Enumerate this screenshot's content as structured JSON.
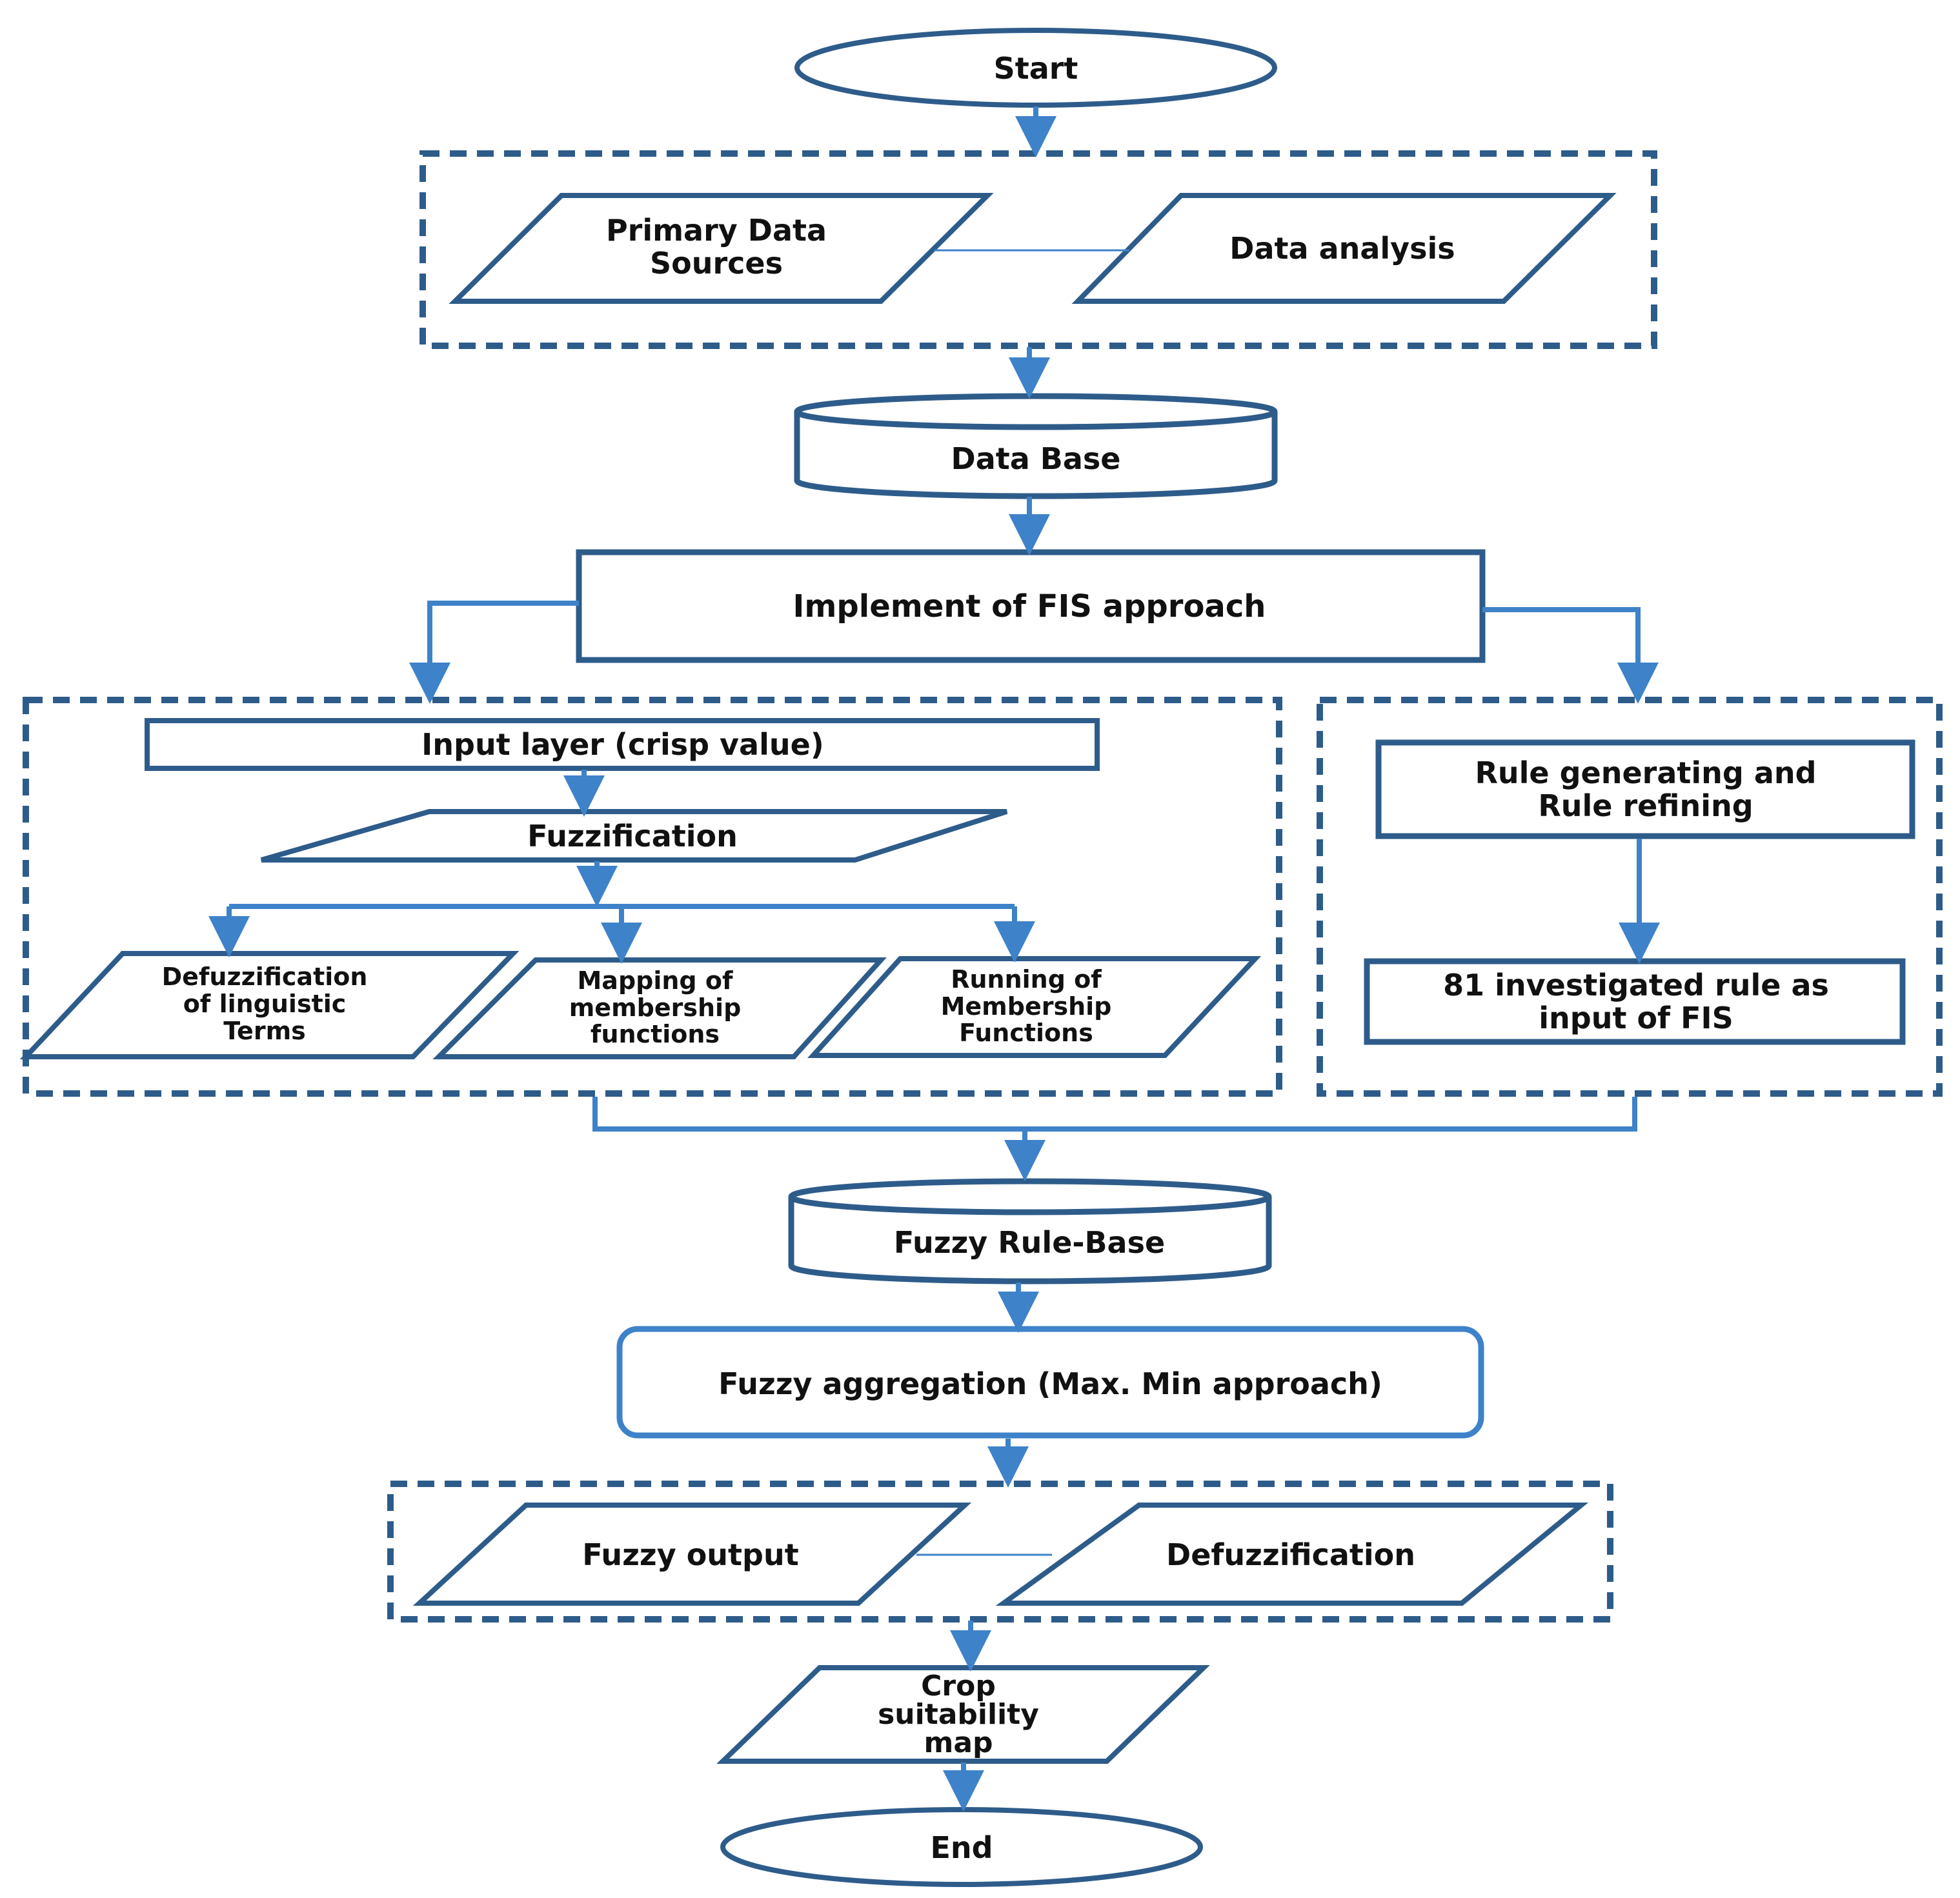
{
  "colors": {
    "stroke": "#2E5C8A",
    "connector": "#3E82C9",
    "text": "#111111",
    "background": "#FFFFFF"
  },
  "nodes": {
    "start": "Start",
    "primary_data_sources": "Primary Data\nSources",
    "data_analysis": "Data analysis",
    "data_base": "Data Base",
    "implement_fis": "Implement of FIS approach",
    "input_layer": "Input layer (crisp value)",
    "fuzzification": "Fuzzification",
    "defuzzification_linguistic": "Defuzzification\nof linguistic\nTerms",
    "mapping_membership": "Mapping  of\nmembership\nfunctions",
    "running_membership": "Running  of\nMembership\nFunctions",
    "rule_generating": "Rule generating and\nRule refining",
    "investigated_rule": "81 investigated rule as\ninput of FIS",
    "fuzzy_rule_base": "Fuzzy Rule-Base",
    "fuzzy_aggregation": "Fuzzy aggregation (Max. Min approach)",
    "fuzzy_output": "Fuzzy output",
    "defuzzification": "Defuzzification",
    "crop_suitability_map": "Crop\nsuitability\nmap",
    "end": "End"
  }
}
